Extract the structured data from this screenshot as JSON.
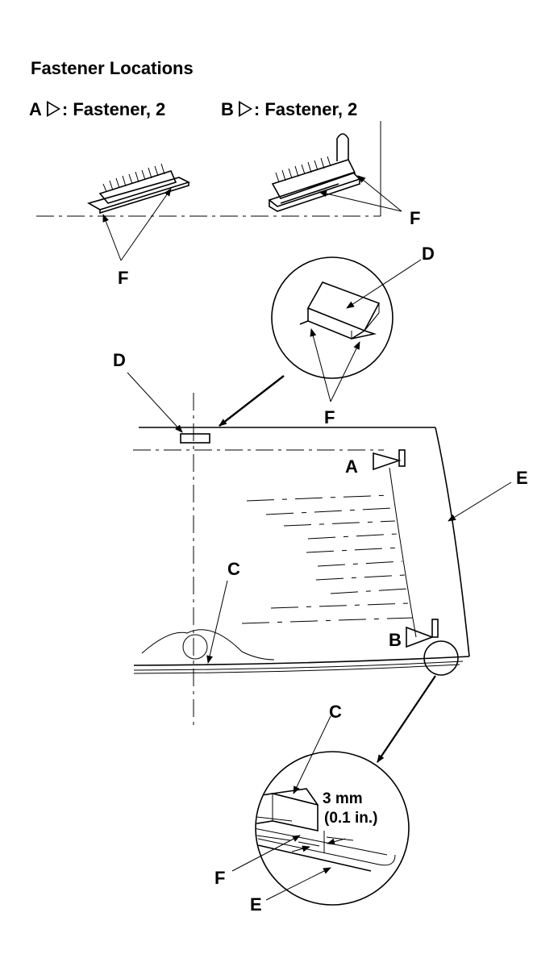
{
  "title": "Fastener Locations",
  "legend": [
    {
      "letter": "A",
      "text": ": Fastener, 2"
    },
    {
      "letter": "B",
      "text": ": Fastener, 2"
    }
  ],
  "callouts": {
    "A": "A",
    "B": "B",
    "C": "C",
    "D": "D",
    "E": "E",
    "F": "F"
  },
  "dimension": {
    "metric": "3 mm",
    "imperial": "(0.1 in.)"
  }
}
